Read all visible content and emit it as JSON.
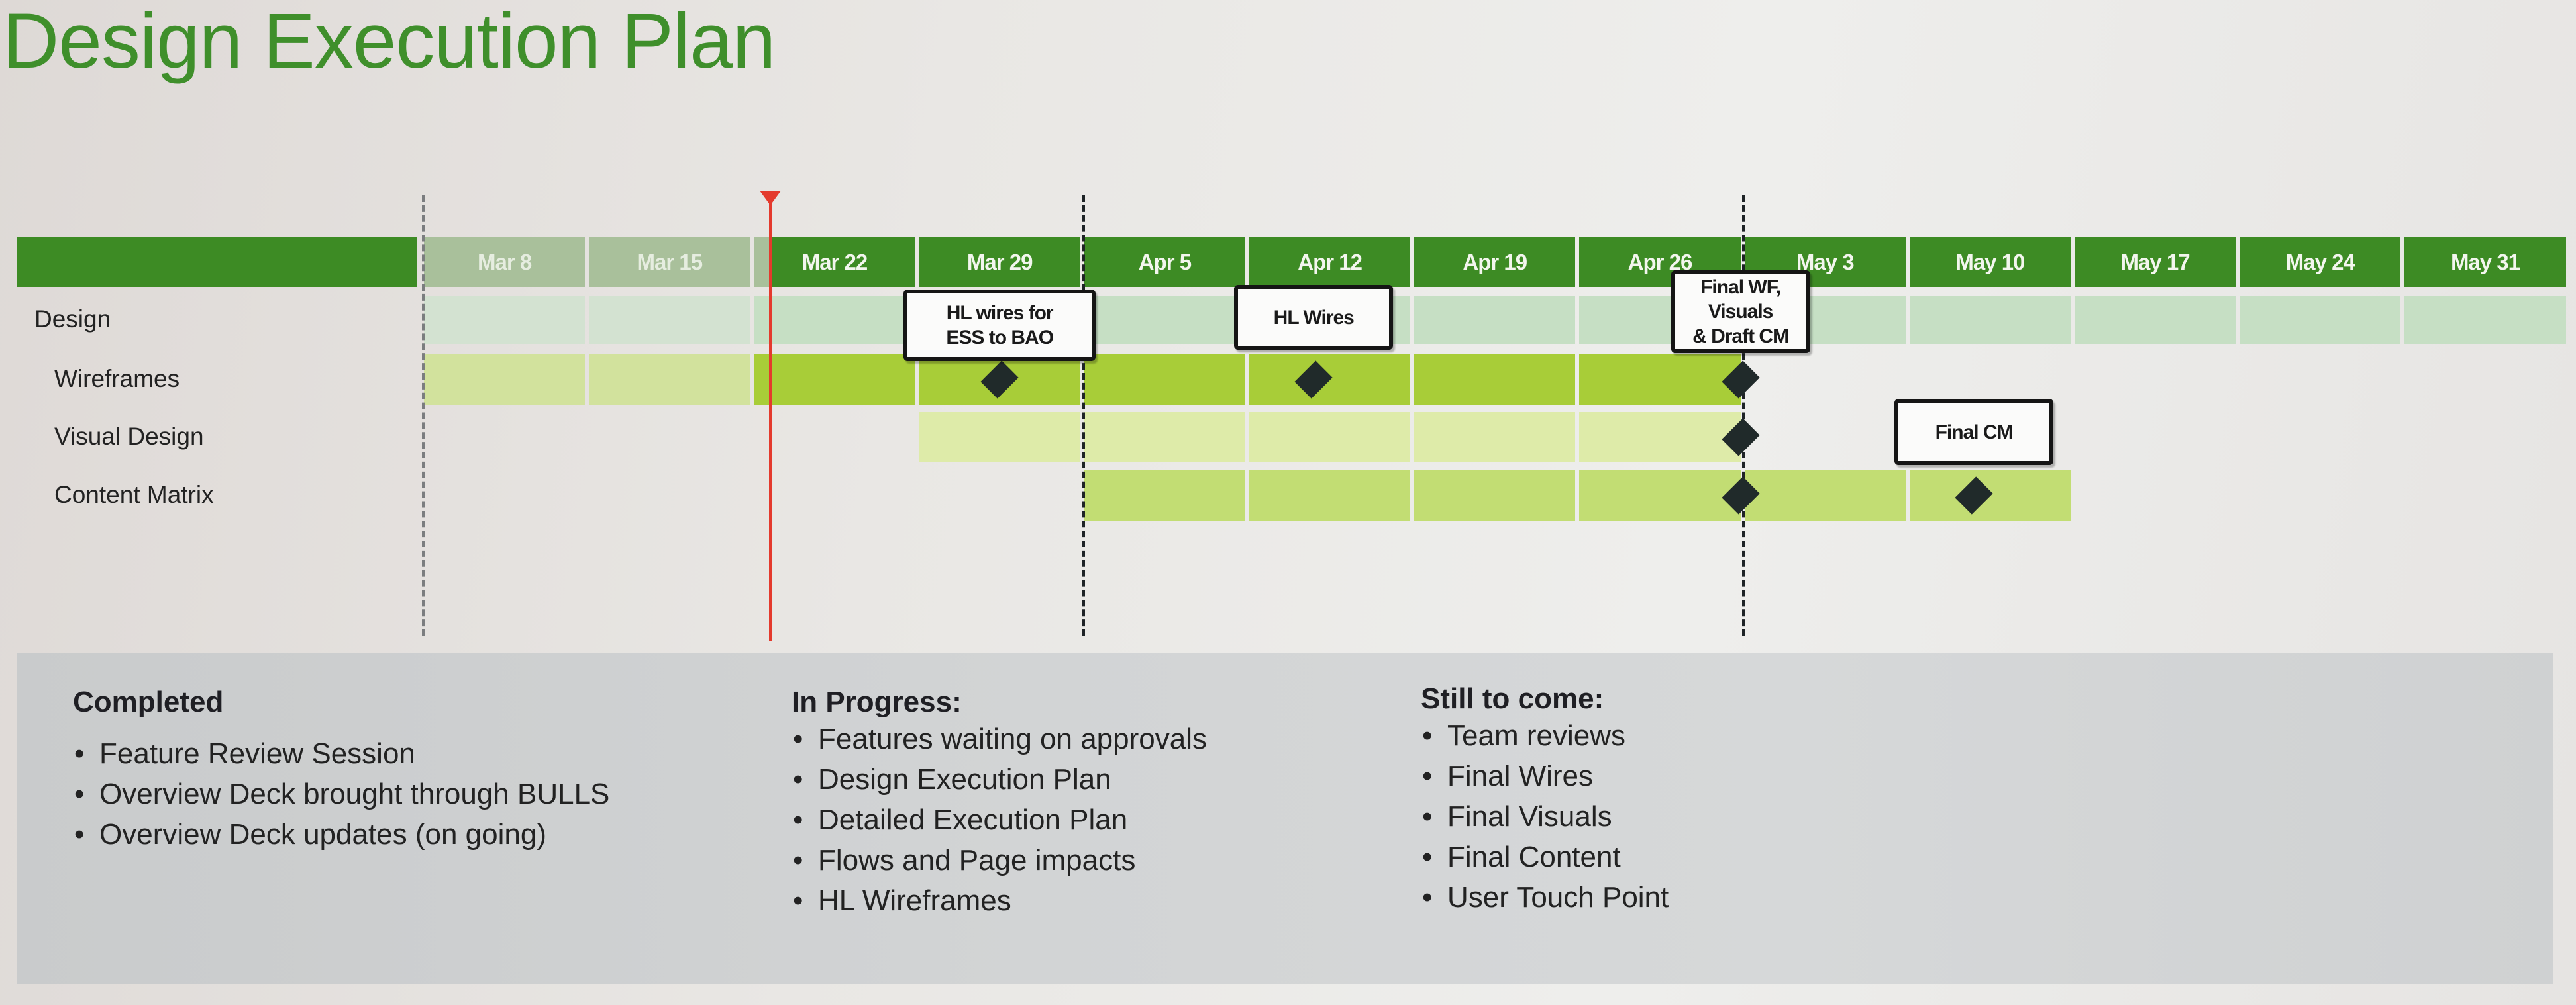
{
  "title": "Design Execution Plan",
  "colors": {
    "title": "#3f8f2b",
    "header_current": "#3d8b24",
    "header_past": "#a9c09b",
    "design_current": "#c6dfc4",
    "design_past": "#d3e2d1",
    "wireframes_current": "#a8cd38",
    "wireframes_past": "#d2e29d",
    "visual_design": "#deeba9",
    "content_matrix": "#c2dd73",
    "today_line": "#e43a2d",
    "milestone": "#202a2a"
  },
  "chart_data": {
    "type": "gantt",
    "title": "Design Execution Plan",
    "weeks": [
      "Mar 8",
      "Mar 15",
      "Mar 22",
      "Mar 29",
      "Apr 5",
      "Apr 12",
      "Apr 19",
      "Apr 26",
      "May 3",
      "May 10",
      "May 17",
      "May 24",
      "May 31"
    ],
    "today": {
      "week": "Mar 22",
      "fraction_into_week": 0.1
    },
    "phase_markers": [
      {
        "after_week": "Mar 1",
        "style": "grey-dashed"
      },
      {
        "after_week": "Mar 29",
        "style": "dark-dashed"
      },
      {
        "after_week": "Apr 26",
        "style": "dark-dashed"
      }
    ],
    "tasks": [
      {
        "name": "Design",
        "start": "Mar 8",
        "end": "May 31",
        "indent": 0,
        "style": "design"
      },
      {
        "name": "Wireframes",
        "start": "Mar 8",
        "end": "Apr 26",
        "indent": 1,
        "style": "wireframes"
      },
      {
        "name": "Visual Design",
        "start": "Mar 29",
        "end": "Apr 26",
        "indent": 1,
        "style": "visual"
      },
      {
        "name": "Content Matrix",
        "start": "Apr 5",
        "end": "May 10",
        "indent": 1,
        "style": "content"
      }
    ],
    "milestones": [
      {
        "task": "Wireframes",
        "week": "Mar 29",
        "position": 0.5
      },
      {
        "task": "Wireframes",
        "week": "Apr 12",
        "position": 0.4
      },
      {
        "task": "Wireframes",
        "week": "Apr 26",
        "position": 1.0
      },
      {
        "task": "Visual Design",
        "week": "Apr 26",
        "position": 1.0
      },
      {
        "task": "Content Matrix",
        "week": "Apr 26",
        "position": 1.0
      },
      {
        "task": "Content Matrix",
        "week": "May 10",
        "position": 0.4
      }
    ],
    "callouts": [
      {
        "text": "HL wires for\nESS to BAO",
        "week": "Mar 29",
        "position": 0.5,
        "row": "Design"
      },
      {
        "text": "HL Wires",
        "week": "Apr 12",
        "position": 0.4,
        "row": "Design"
      },
      {
        "text": "Final WF,\nVisuals\n& Draft CM",
        "week": "Apr 26",
        "position": 1.0,
        "row": "Design"
      },
      {
        "text": "Final CM",
        "week": "May 10",
        "position": 0.4,
        "row": "Visual Design"
      }
    ]
  },
  "status": {
    "completed": {
      "heading": "Completed",
      "items": [
        "Feature Review Session",
        "Overview Deck brought through BULLS",
        "Overview Deck updates (on going)"
      ]
    },
    "in_progress": {
      "heading": "In Progress:",
      "items": [
        "Features waiting on approvals",
        "Design Execution Plan",
        "Detailed Execution Plan",
        "Flows and Page impacts",
        "HL Wireframes"
      ]
    },
    "still_to_come": {
      "heading": "Still to come:",
      "items": [
        "Team reviews",
        "Final Wires",
        "Final Visuals",
        "Final Content",
        "User Touch Point"
      ]
    }
  }
}
